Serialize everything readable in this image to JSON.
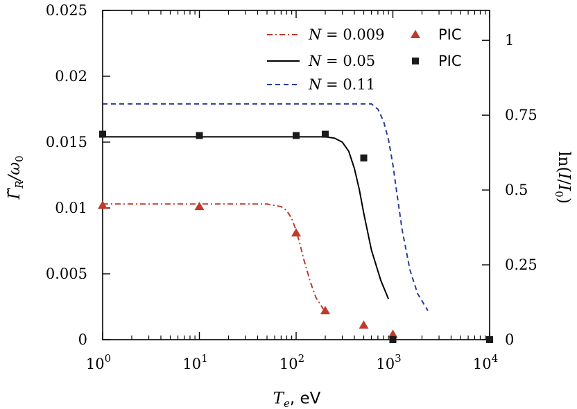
{
  "chart_data": {
    "type": "line",
    "title": "",
    "xlabel": "T_e, eV",
    "ylabel": "Γ̃_R/ω_0",
    "y2label": "ln(I/I_0)",
    "xscale": "log",
    "xlim": [
      1,
      10000
    ],
    "ylim": [
      0,
      0.025
    ],
    "y2lim": [
      0,
      1.1
    ],
    "grid": false,
    "legend_position": "top-right",
    "x_ticks": [
      {
        "value": 1,
        "base": "10",
        "exp": "0"
      },
      {
        "value": 10,
        "base": "10",
        "exp": "1"
      },
      {
        "value": 100,
        "base": "10",
        "exp": "2"
      },
      {
        "value": 1000,
        "base": "10",
        "exp": "3"
      },
      {
        "value": 10000,
        "base": "10",
        "exp": "4"
      }
    ],
    "y_ticks": [
      {
        "value": 0,
        "label": "0"
      },
      {
        "value": 0.005,
        "label": "0.005"
      },
      {
        "value": 0.01,
        "label": "0.01"
      },
      {
        "value": 0.015,
        "label": "0.015"
      },
      {
        "value": 0.02,
        "label": "0.02"
      },
      {
        "value": 0.025,
        "label": "0.025"
      }
    ],
    "y2_ticks": [
      {
        "value": 0,
        "label": "0"
      },
      {
        "value": 0.25,
        "label": "0.25"
      },
      {
        "value": 0.5,
        "label": "0.5"
      },
      {
        "value": 0.75,
        "label": "0.75"
      },
      {
        "value": 1,
        "label": "1"
      }
    ],
    "series": [
      {
        "name": "N = 0.009",
        "kind": "line",
        "style": "dashdot",
        "color": "#c0392b",
        "x": [
          1,
          10,
          30,
          50,
          70,
          80,
          90,
          100,
          110,
          120,
          140,
          160,
          200
        ],
        "y": [
          0.0103,
          0.0103,
          0.0103,
          0.0103,
          0.0101,
          0.0098,
          0.0092,
          0.0083,
          0.0072,
          0.0061,
          0.0044,
          0.0032,
          0.0021
        ]
      },
      {
        "name": "N = 0.05",
        "kind": "line",
        "style": "solid",
        "color": "#000000",
        "x": [
          1,
          10,
          100,
          200,
          250,
          300,
          350,
          400,
          450,
          500,
          600,
          750,
          900
        ],
        "y": [
          0.0154,
          0.0154,
          0.0154,
          0.0154,
          0.0153,
          0.015,
          0.0143,
          0.013,
          0.0114,
          0.0096,
          0.0068,
          0.0045,
          0.0031
        ]
      },
      {
        "name": "N = 0.11",
        "kind": "line",
        "style": "dashed",
        "color": "#2b3b9c",
        "x": [
          1,
          10,
          100,
          500,
          600,
          700,
          800,
          900,
          1000,
          1100,
          1250,
          1500,
          1800,
          2300
        ],
        "y": [
          0.0179,
          0.0179,
          0.0179,
          0.0179,
          0.0179,
          0.0175,
          0.0166,
          0.0152,
          0.0133,
          0.0111,
          0.0083,
          0.0053,
          0.0035,
          0.0022
        ]
      },
      {
        "name": "PIC",
        "kind": "scatter",
        "marker": "triangle",
        "color": "#c0392b",
        "x": [
          1,
          10,
          100,
          200,
          500,
          1000
        ],
        "y": [
          0.0102,
          0.0101,
          0.0081,
          0.0022,
          0.0011,
          0.0004
        ]
      },
      {
        "name": "PIC",
        "kind": "scatter",
        "marker": "square",
        "color": "#1a1a1a",
        "x": [
          1,
          10,
          100,
          200,
          500,
          1000,
          10000
        ],
        "y": [
          0.0156,
          0.0155,
          0.0155,
          0.0156,
          0.0138,
          0.0,
          0.0
        ]
      }
    ],
    "legend": [
      {
        "label": "N = 0.009",
        "series": 0
      },
      {
        "label": "N = 0.05",
        "series": 1
      },
      {
        "label": "N = 0.11",
        "series": 2
      },
      {
        "label": "PIC",
        "series": 3
      },
      {
        "label": "PIC",
        "series": 4
      }
    ]
  }
}
